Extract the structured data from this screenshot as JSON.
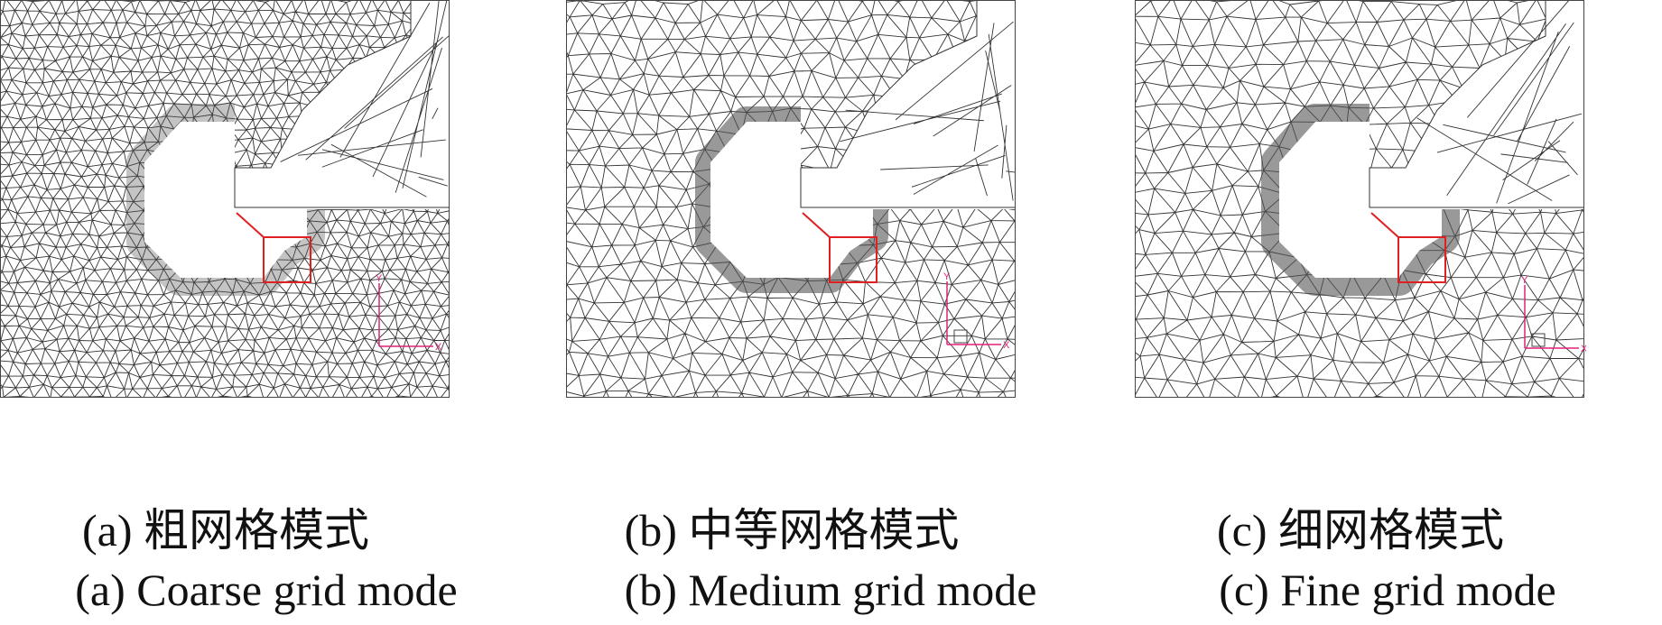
{
  "panels": [
    {
      "id": "a",
      "caption_cn": "(a)  粗网格模式",
      "caption_en": "(a)  Coarse grid mode",
      "mesh_density": "coarse"
    },
    {
      "id": "b",
      "caption_cn": "(b)  中等网格模式",
      "caption_en": "(b)  Medium grid mode",
      "mesh_density": "medium"
    },
    {
      "id": "c",
      "caption_cn": "(c)  细网格模式",
      "caption_en": "(c)  Fine grid mode",
      "mesh_density": "fine"
    }
  ],
  "axes": {
    "x_label": "X",
    "y_label": "Y"
  },
  "colors": {
    "mesh": "#333333",
    "zoom_box": "#e02020",
    "axes": "#e0207a"
  }
}
